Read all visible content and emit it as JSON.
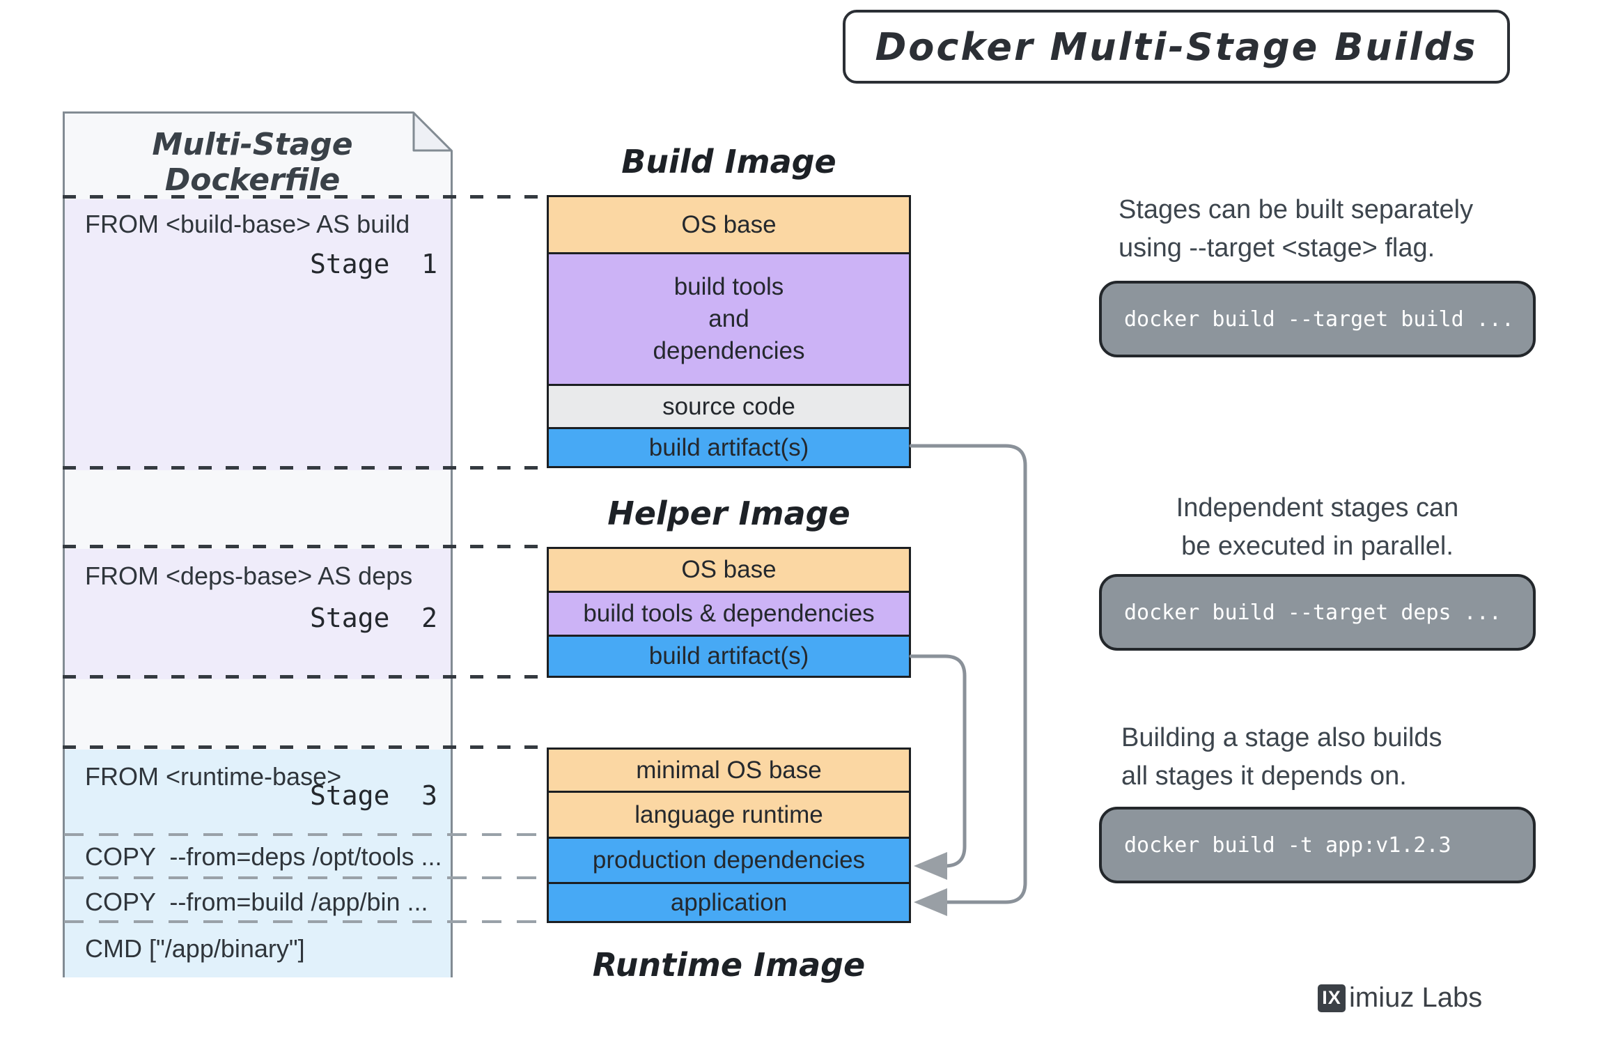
{
  "title": {
    "text": "Docker Multi-Stage Builds"
  },
  "dockerfile": {
    "title": "Multi-Stage Dockerfile",
    "stages": [
      {
        "label": "Stage  1",
        "instruction": "FROM <build-base> AS build"
      },
      {
        "label": "Stage  2",
        "instruction": "FROM <deps-base> AS deps"
      },
      {
        "label": "Stage  3",
        "instruction": "FROM <runtime-base>",
        "rows": [
          "COPY  --from=deps /opt/tools ...",
          "COPY  --from=build /app/bin ...",
          "CMD [\"/app/binary\"]"
        ]
      }
    ]
  },
  "images": [
    {
      "name": "Build Image",
      "layers": [
        {
          "label": "OS base",
          "type": "os"
        },
        {
          "label": "build tools\nand\ndependencies",
          "type": "tools"
        },
        {
          "label": "source code",
          "type": "source"
        },
        {
          "label": "build artifact(s)",
          "type": "artifact"
        }
      ]
    },
    {
      "name": "Helper Image",
      "layers": [
        {
          "label": "OS base",
          "type": "os"
        },
        {
          "label": "build tools & dependencies",
          "type": "tools"
        },
        {
          "label": "build artifact(s)",
          "type": "artifact"
        }
      ]
    },
    {
      "name": "Runtime Image",
      "layers": [
        {
          "label": "minimal OS base",
          "type": "os"
        },
        {
          "label": "language runtime",
          "type": "os"
        },
        {
          "label": "production dependencies",
          "type": "artifact"
        },
        {
          "label": "application",
          "type": "artifact"
        }
      ]
    }
  ],
  "notes": [
    {
      "line1": "Stages can be built separately",
      "line2": "using --target <stage> flag.",
      "command": "docker build --target build ..."
    },
    {
      "line1": "Independent stages can",
      "line2": "be executed in parallel.",
      "command": "docker build --target deps ..."
    },
    {
      "line1": "Building a stage also builds",
      "line2": "all stages it depends on.",
      "command": "docker build -t app:v1.2.3"
    }
  ],
  "logo": {
    "badge": "IX",
    "text": "imiuz Labs"
  },
  "colors": {
    "os": "#fbd7a3",
    "tools": "#ccb3f6",
    "source": "#e9eaeb",
    "artifact": "#47a9f5",
    "stage_fill_purple": "#efecfa",
    "stage_fill_blue": "#e1f1fb",
    "code_box_bg": "#8d959c",
    "code_box_text": "#ffffff",
    "arrow": "#8a9199",
    "dashed_line_dark": "#343a40",
    "dashed_line_gray": "#99a1a8",
    "ink": "#2b2f35"
  }
}
